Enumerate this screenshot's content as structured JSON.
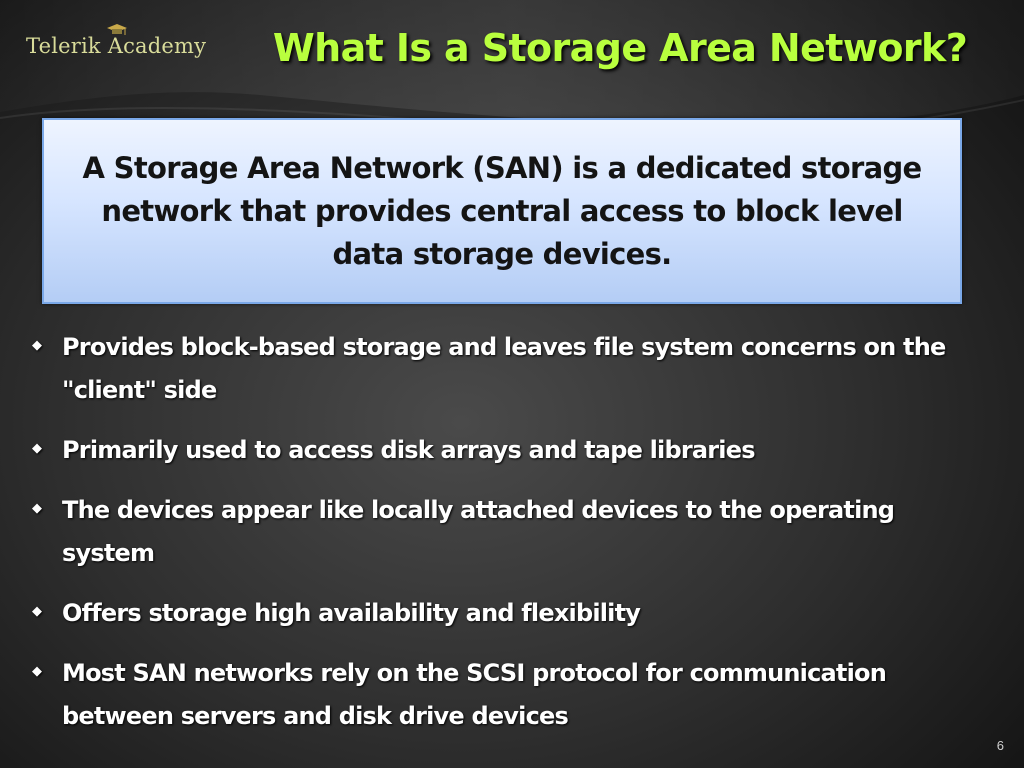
{
  "header": {
    "logo_text": "Telerik Academy",
    "title": "What Is a Storage Area Network?"
  },
  "definition": {
    "text": "A Storage Area Network (SAN) is a dedicated storage network that provides central access to block level data storage devices."
  },
  "bullets": [
    {
      "text": "Provides block-based storage and leaves file system concerns on the \"client\" side"
    },
    {
      "text": "Primarily used to access disk arrays and tape libraries"
    },
    {
      "text": "The devices appear like locally attached devices to the operating system"
    },
    {
      "text": "Offers storage high availability and flexibility"
    },
    {
      "text": "Most SAN networks rely on the SCSI protocol for communication between servers and disk drive devices"
    }
  ],
  "footer": {
    "page_number": "6"
  },
  "colors": {
    "title": "#b9ff3e",
    "box_border": "#7aa8e8",
    "logo": "#d9dc9a"
  },
  "icons": {
    "bullet": "diamond-bullet-icon",
    "logo_cap": "graduation-cap-icon"
  }
}
